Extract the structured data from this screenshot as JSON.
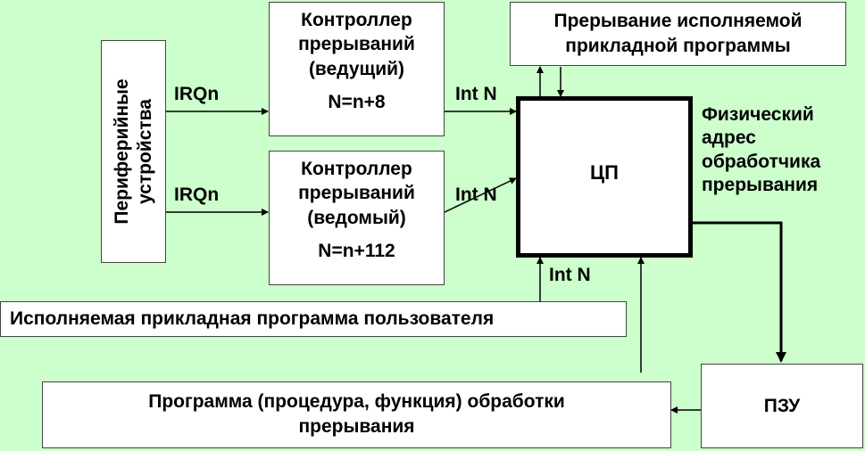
{
  "colors": {
    "background": "#ccffcc",
    "box": "#ffffff",
    "line": "#000000"
  },
  "peripheral": {
    "line1": "Периферийные",
    "line2": "устройства"
  },
  "irq_master": "IRQn",
  "irq_slave": "IRQn",
  "controller_master": {
    "title": "Контроллер\nпрерываний\n(ведущий)",
    "n": "N=n+8"
  },
  "controller_slave": {
    "title": "Контроллер\nпрерываний\n(ведомый)",
    "n": "N=n+112"
  },
  "int_master": "Int N",
  "int_slave": "Int N",
  "int_program": "Int N",
  "interruption_box": "Прерывание исполняемой\nприкладной программы",
  "cpu": "ЦП",
  "phys_address": "Физический\nадрес\nобработчика\nпрерывания",
  "user_program": "Исполняемая прикладная программа пользователя",
  "rom": "ПЗУ",
  "handler": "Программа (процедура, функция) обработки\nпрерывания"
}
